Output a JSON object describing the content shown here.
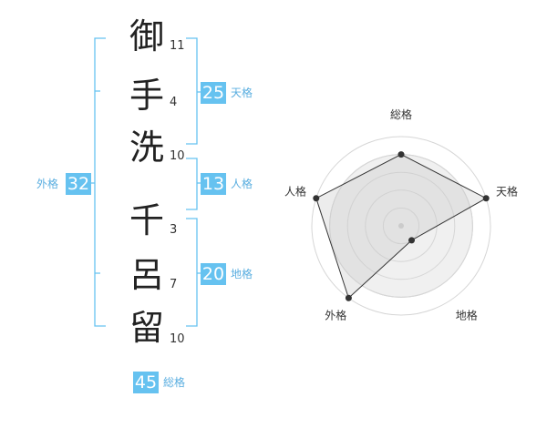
{
  "name": {
    "characters": [
      {
        "char": "御",
        "strokes": "11"
      },
      {
        "char": "手",
        "strokes": "4"
      },
      {
        "char": "洗",
        "strokes": "10"
      },
      {
        "char": "千",
        "strokes": "3"
      },
      {
        "char": "呂",
        "strokes": "7"
      },
      {
        "char": "留",
        "strokes": "10"
      }
    ]
  },
  "fortune": {
    "tenkaku": {
      "label": "天格",
      "value": "25"
    },
    "jinkaku": {
      "label": "人格",
      "value": "13"
    },
    "chikaku": {
      "label": "地格",
      "value": "20"
    },
    "gaikaku": {
      "label": "外格",
      "value": "32"
    },
    "soukaku": {
      "label": "総格",
      "value": "45"
    }
  },
  "accent_color": "#66c2f0",
  "chart_data": {
    "type": "radar",
    "axes": [
      "総格",
      "天格",
      "地格",
      "外格",
      "人格"
    ],
    "values": [
      4,
      5,
      1,
      5,
      5
    ],
    "range": [
      0,
      5
    ],
    "rings": 5
  }
}
